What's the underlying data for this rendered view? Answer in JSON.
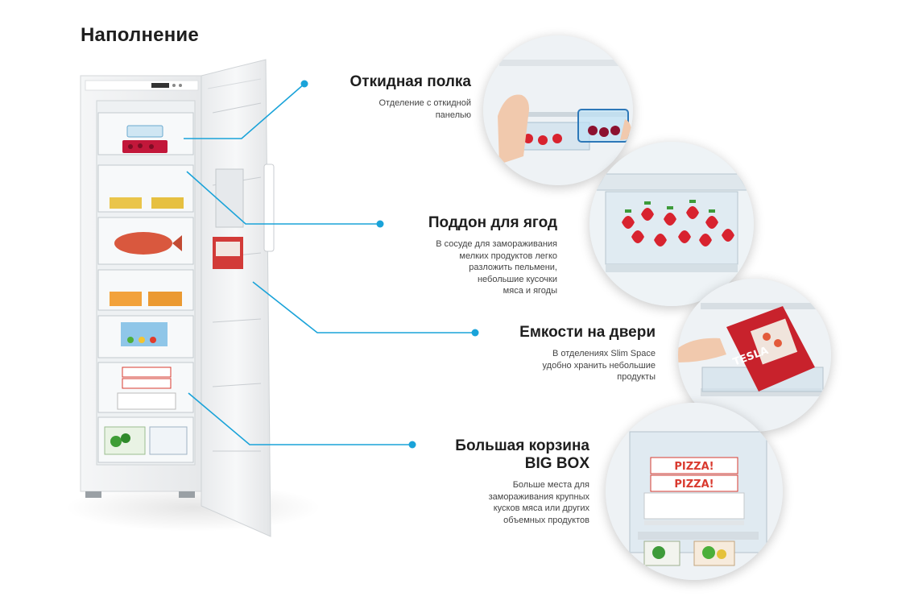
{
  "page": {
    "title": "Наполнение"
  },
  "features": [
    {
      "id": "folding-shelf",
      "title": "Откидная полка",
      "description": "Отделение с откидной\nпанелью"
    },
    {
      "id": "berry-tray",
      "title": "Поддон для ягод",
      "description": "В сосуде для замораживания\nмелких продуктов легко\nразложить пельмени,\nнебольшие кусочки\nмяса и ягоды"
    },
    {
      "id": "door-containers",
      "title": "Емкости на двери",
      "description": "В отделениях Slim Space\nудобно хранить небольшие\nпродукты"
    },
    {
      "id": "big-basket",
      "title": "Большая корзина\nBIG BOX",
      "description": "Больше места для\nзамораживания крупных\nкусков мяса или других\nобъемных продуктов"
    }
  ],
  "product_labels": {
    "pizza": "PIZZA!",
    "tesla": "TESLA"
  },
  "colors": {
    "accent": "#1aa3d9",
    "title": "#1e1e1e",
    "text": "#444444",
    "fridge": "#f4f5f6",
    "berry": "#d8232f",
    "pizza_box": "#d93a2f"
  }
}
